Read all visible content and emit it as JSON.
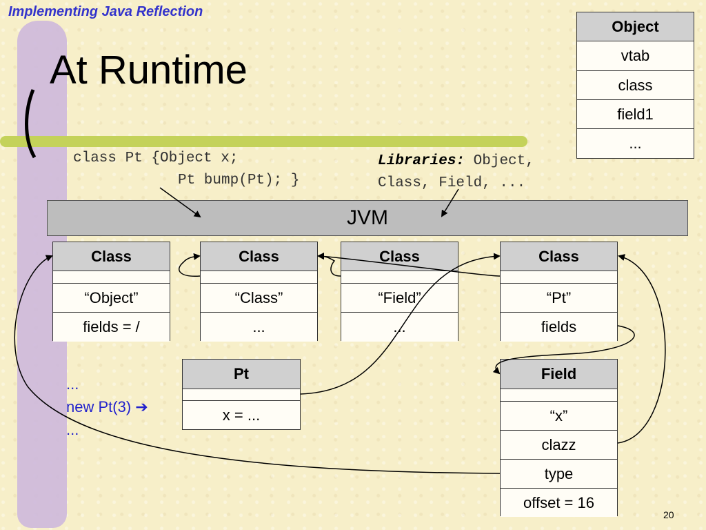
{
  "header": {
    "title": "Implementing Java Reflection"
  },
  "slide": {
    "title": "At Runtime",
    "page_number": "20"
  },
  "code": {
    "line1": "class Pt {Object x;",
    "line2": "Pt bump(Pt); }"
  },
  "libraries": {
    "label": "Libraries:",
    "text1": " Object,",
    "text2": "Class, Field, ..."
  },
  "jvm": {
    "label": "JVM"
  },
  "object_layout": {
    "rows": [
      "Object",
      "vtab",
      "class",
      "field1",
      "..."
    ]
  },
  "class_boxes": [
    {
      "head": "Class",
      "name": "“Object”",
      "extra": "fields = /"
    },
    {
      "head": "Class",
      "name": "“Class”",
      "extra": "..."
    },
    {
      "head": "Class",
      "name": "“Field”",
      "extra": "..."
    },
    {
      "head": "Class",
      "name": "“Pt”",
      "extra": "fields"
    }
  ],
  "pt_box": {
    "head": "Pt",
    "field": "x = ..."
  },
  "field_box": {
    "head": "Field",
    "name": "“x”",
    "clazz": "clazz",
    "type": "type",
    "offset": "offset = 16"
  },
  "left_code": {
    "line1": "...",
    "line2": "new Pt(3) ➔",
    "line3": "..."
  }
}
